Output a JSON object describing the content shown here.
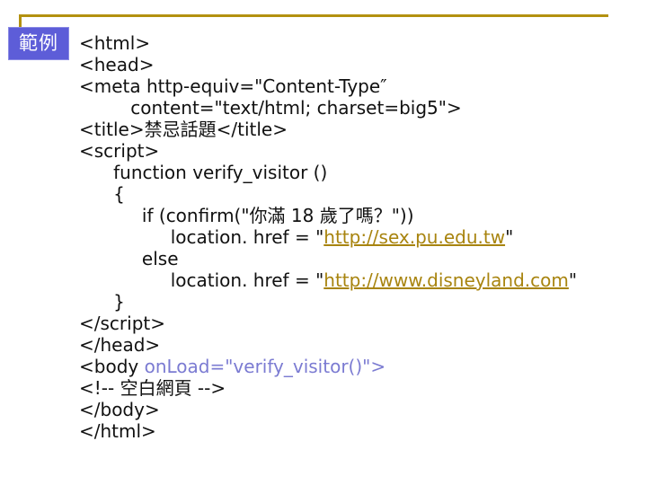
{
  "slide": {
    "label": "範例",
    "colors": {
      "accent_gold": "#b3910f",
      "label_bg": "#5d5dd8",
      "label_text": "#ffffff",
      "link": "#a8840f",
      "attribute": "#7b7bd2",
      "code_text": "#111111",
      "background": "#ffffff"
    },
    "code_lines": [
      {
        "segments": [
          {
            "text": "<html>",
            "style": "code"
          }
        ]
      },
      {
        "segments": [
          {
            "text": "<head>",
            "style": "code"
          }
        ]
      },
      {
        "segments": [
          {
            "text": "<meta http-equiv=\"Content-Type″",
            "style": "code"
          }
        ]
      },
      {
        "segments": [
          {
            "text": "         content=\"text/html; charset=big5\">",
            "style": "code"
          }
        ]
      },
      {
        "segments": [
          {
            "text": "<title>禁忌話題</title>",
            "style": "code"
          }
        ]
      },
      {
        "segments": [
          {
            "text": "<script>",
            "style": "code"
          }
        ]
      },
      {
        "segments": [
          {
            "text": "      function verify_visitor ()",
            "style": "code"
          }
        ]
      },
      {
        "segments": [
          {
            "text": "      {",
            "style": "code"
          }
        ]
      },
      {
        "segments": [
          {
            "text": "           if (confirm(\"你滿 18 歲了嗎？\"))",
            "style": "code"
          }
        ]
      },
      {
        "segments": [
          {
            "text": "                location. href = \"",
            "style": "code"
          },
          {
            "text": "http://sex.pu.edu.tw",
            "style": "link"
          },
          {
            "text": "\"",
            "style": "code"
          }
        ]
      },
      {
        "segments": [
          {
            "text": "           else",
            "style": "code"
          }
        ]
      },
      {
        "segments": [
          {
            "text": "                location. href = \"",
            "style": "code"
          },
          {
            "text": "http://www.disneyland.com",
            "style": "link"
          },
          {
            "text": "\"",
            "style": "code"
          }
        ]
      },
      {
        "segments": [
          {
            "text": "      }",
            "style": "code"
          }
        ]
      },
      {
        "segments": [
          {
            "text": "</script>",
            "style": "code"
          }
        ]
      },
      {
        "segments": [
          {
            "text": "</head>",
            "style": "code"
          }
        ]
      },
      {
        "segments": [
          {
            "text": "<body ",
            "style": "code"
          },
          {
            "text": "onLoad=\"verify_visitor()\">",
            "style": "attr"
          }
        ]
      },
      {
        "segments": [
          {
            "text": "<!-- 空白網頁 -->",
            "style": "code"
          }
        ]
      },
      {
        "segments": [
          {
            "text": "</body>",
            "style": "code"
          }
        ]
      },
      {
        "segments": [
          {
            "text": "</html>",
            "style": "code"
          }
        ]
      }
    ]
  }
}
